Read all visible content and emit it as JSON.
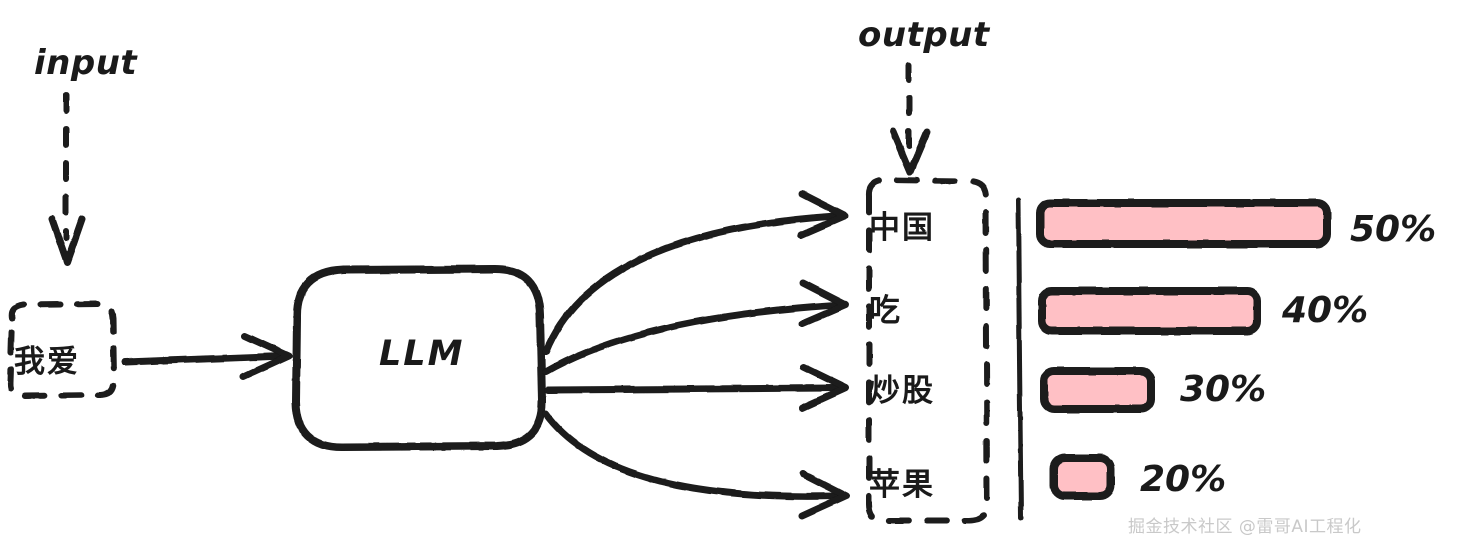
{
  "diagram": {
    "title_input": "input",
    "title_output": "output",
    "model_label": "LLM",
    "input_token": "我爱",
    "output_tokens": [
      {
        "text": "中国",
        "percent_label": "50%",
        "percent": 50
      },
      {
        "text": "吃",
        "percent_label": "40%",
        "percent": 40
      },
      {
        "text": "炒股",
        "percent_label": "30%",
        "percent": 30
      },
      {
        "text": "苹果",
        "percent_label": "20%",
        "percent": 20
      }
    ],
    "watermark": "掘金技术社区 @雷哥AI工程化",
    "colors": {
      "bar_fill": "#ffc0c5",
      "stroke": "#1a1a1a",
      "background": "#ffffff",
      "watermark": "#c9c9c9"
    }
  },
  "chart_data": {
    "type": "bar",
    "categories": [
      "中国",
      "吃",
      "炒股",
      "苹果"
    ],
    "values": [
      50,
      40,
      30,
      20
    ],
    "title": "",
    "xlabel": "",
    "ylabel": "",
    "ylim": [
      0,
      50
    ],
    "orientation": "horizontal",
    "data_labels": [
      "50%",
      "40%",
      "30%",
      "20%"
    ],
    "grid": false,
    "legend": false
  }
}
